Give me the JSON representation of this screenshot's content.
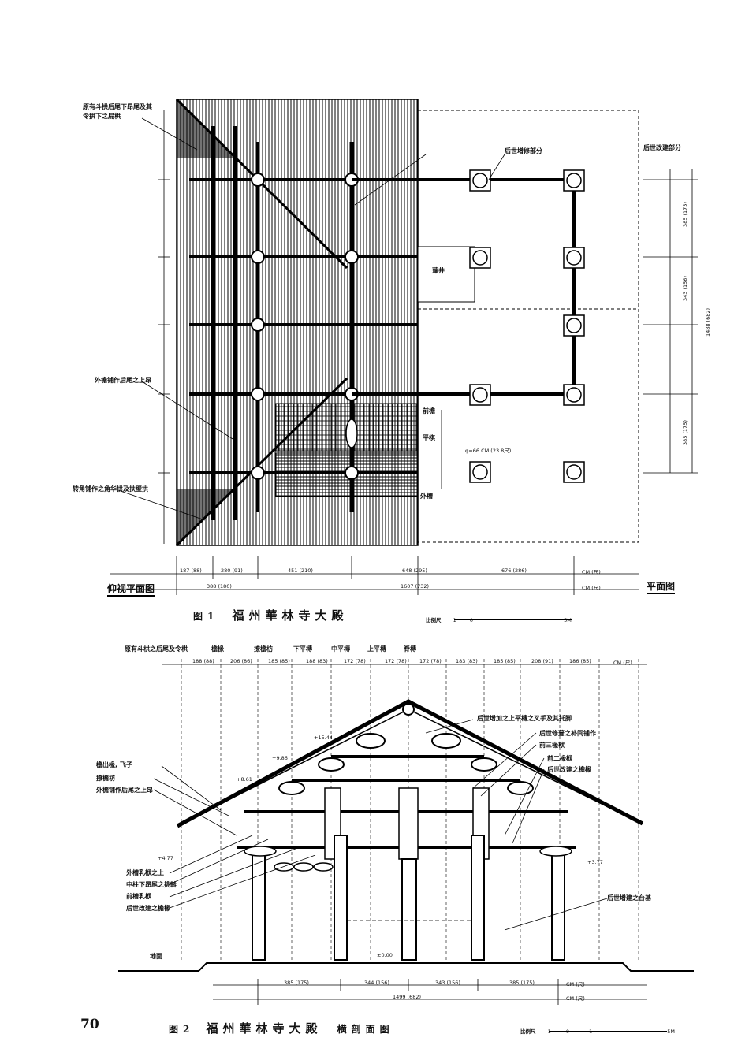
{
  "page": {
    "number": "70"
  },
  "figure1": {
    "caption_no": "图1",
    "caption_title": "福州華林寺大殿",
    "left_label": "仰视平面图",
    "right_label": "平面图",
    "scale_label": "比例尺",
    "scale_ticks": [
      "1",
      "0",
      "5M"
    ],
    "dims_bottom_row1": [
      "187 (88)",
      "280 (91)",
      "451 (210)",
      "648 (295)",
      "676 (286)",
      "CM (尺)"
    ],
    "dims_bottom_row2": [
      "388 (180)",
      "1607 (732)",
      "CM (尺)"
    ],
    "dims_right": [
      "385 (175)",
      "343 (156)",
      "385 (175)",
      "1488 (682)"
    ],
    "callout_left_top": "原有斗拱后尾下昂尾及其",
    "callout_left_top2": "令拱下之扁栱",
    "callout_left_mid": "外檐铺作后尾之上昂",
    "callout_left_bot": "转角铺作之角华拱及扶壁拱",
    "callout_right_top": "后世增修部分",
    "callout_right_plan": "后世改建部分",
    "callout_center": "藻井",
    "note_pingqi": "平棋",
    "note_sheng": "前檐",
    "note_wai": "外槽",
    "column_note": "φ=66 CM (23.8尺)"
  },
  "figure2": {
    "caption_no": "图2",
    "caption_title": "福州華林寺大殿",
    "caption_sub": "横剖面图",
    "scale_label": "比例尺",
    "scale_ticks": [
      "1",
      "0",
      "1",
      "5M"
    ],
    "top_beam_labels": [
      "檐椽",
      "撩檐枋",
      "下平槫",
      "中平槫",
      "上平槫",
      "脊槫"
    ],
    "dims_top": [
      "188 (88)",
      "206 (86)",
      "185 (85)",
      "188 (83)",
      "172 (78)",
      "172 (78)",
      "172 (78)",
      "183 (83)",
      "185 (85)",
      "208 (91)",
      "186 (85)",
      "CM (尺)"
    ],
    "dims_bottom_row1": [
      "385 (175)",
      "344 (156)",
      "343 (156)",
      "385 (175)",
      "CM (尺)"
    ],
    "dims_bottom_row2": [
      "1499 (682)",
      "CM (尺)"
    ],
    "elev_labels": [
      "+15.44",
      "+9.86",
      "+8.61",
      "+4.77",
      "+3.77",
      "±0.00"
    ],
    "callouts_left": [
      "檐出椽, 飞子",
      "撩檐枋",
      "外檐铺作后尾之上昂",
      "外槽乳栿之上",
      "中柱下昂尾之挑斡",
      "前槽乳栿",
      "后世改建之檐椽"
    ],
    "callouts_right": [
      "后世增加之上平槫之叉手及其托脚",
      "后世修葺之补间铺作",
      "前三椽栿",
      "前二椽栿",
      "后世改建之檐椽",
      "后世增建之台基"
    ],
    "callout_top_left": "原有斗栱之后尾及令栱",
    "note_ground": "地面"
  }
}
